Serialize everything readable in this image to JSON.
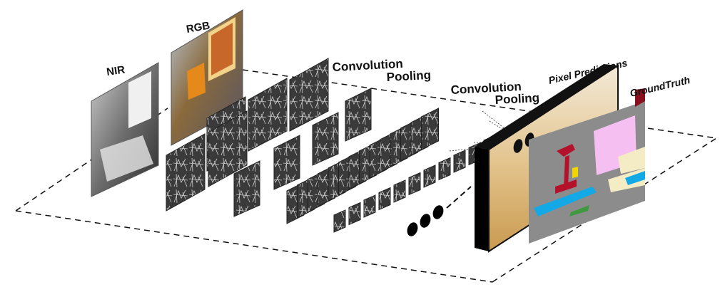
{
  "labels": {
    "nir": "NIR",
    "rgb": "RGB",
    "conv1": "Convolution",
    "pool1": "Pooling",
    "conv2": "Convolution",
    "pool2": "Pooling",
    "pixel_predictions": "Pixel Predictions",
    "ground_truth": "GroundTruth"
  },
  "colors": {
    "frame_dark": "#111111",
    "feature_bg": "#3a3a3a",
    "feature_line": "#cfcfcf",
    "panel_gold": "#d9b26a",
    "gt_bg": "#8c8c8c",
    "gt_pink": "#f6bff2",
    "gt_cream": "#f3ecc4",
    "gt_blue": "#12a9e6",
    "gt_red": "#b3122a",
    "gt_maroon": "#8a0f1e",
    "gt_yellow": "#f2d400",
    "gt_green": "#3f9a3f"
  }
}
